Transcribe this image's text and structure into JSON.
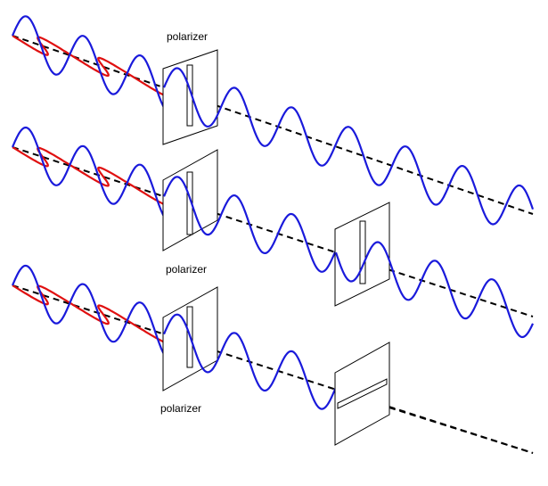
{
  "labels": {
    "polarizer_top": "polarizer",
    "polarizer_middle": "polarizer",
    "polarizer_bottom": "polarizer"
  },
  "colors": {
    "vertical_wave": "#1a1adb",
    "horizontal_wave": "#e01010",
    "axis": "#000000",
    "polarizer_frame": "#000000"
  },
  "scenes": [
    {
      "name": "single-polarizer",
      "polarizers": [
        {
          "slit": "vertical"
        }
      ],
      "output": "vertically-polarized"
    },
    {
      "name": "two-parallel-polarizers",
      "polarizers": [
        {
          "slit": "vertical"
        },
        {
          "slit": "vertical"
        }
      ],
      "output": "vertically-polarized"
    },
    {
      "name": "crossed-polarizers",
      "polarizers": [
        {
          "slit": "vertical"
        },
        {
          "slit": "horizontal"
        }
      ],
      "output": "blocked"
    }
  ]
}
